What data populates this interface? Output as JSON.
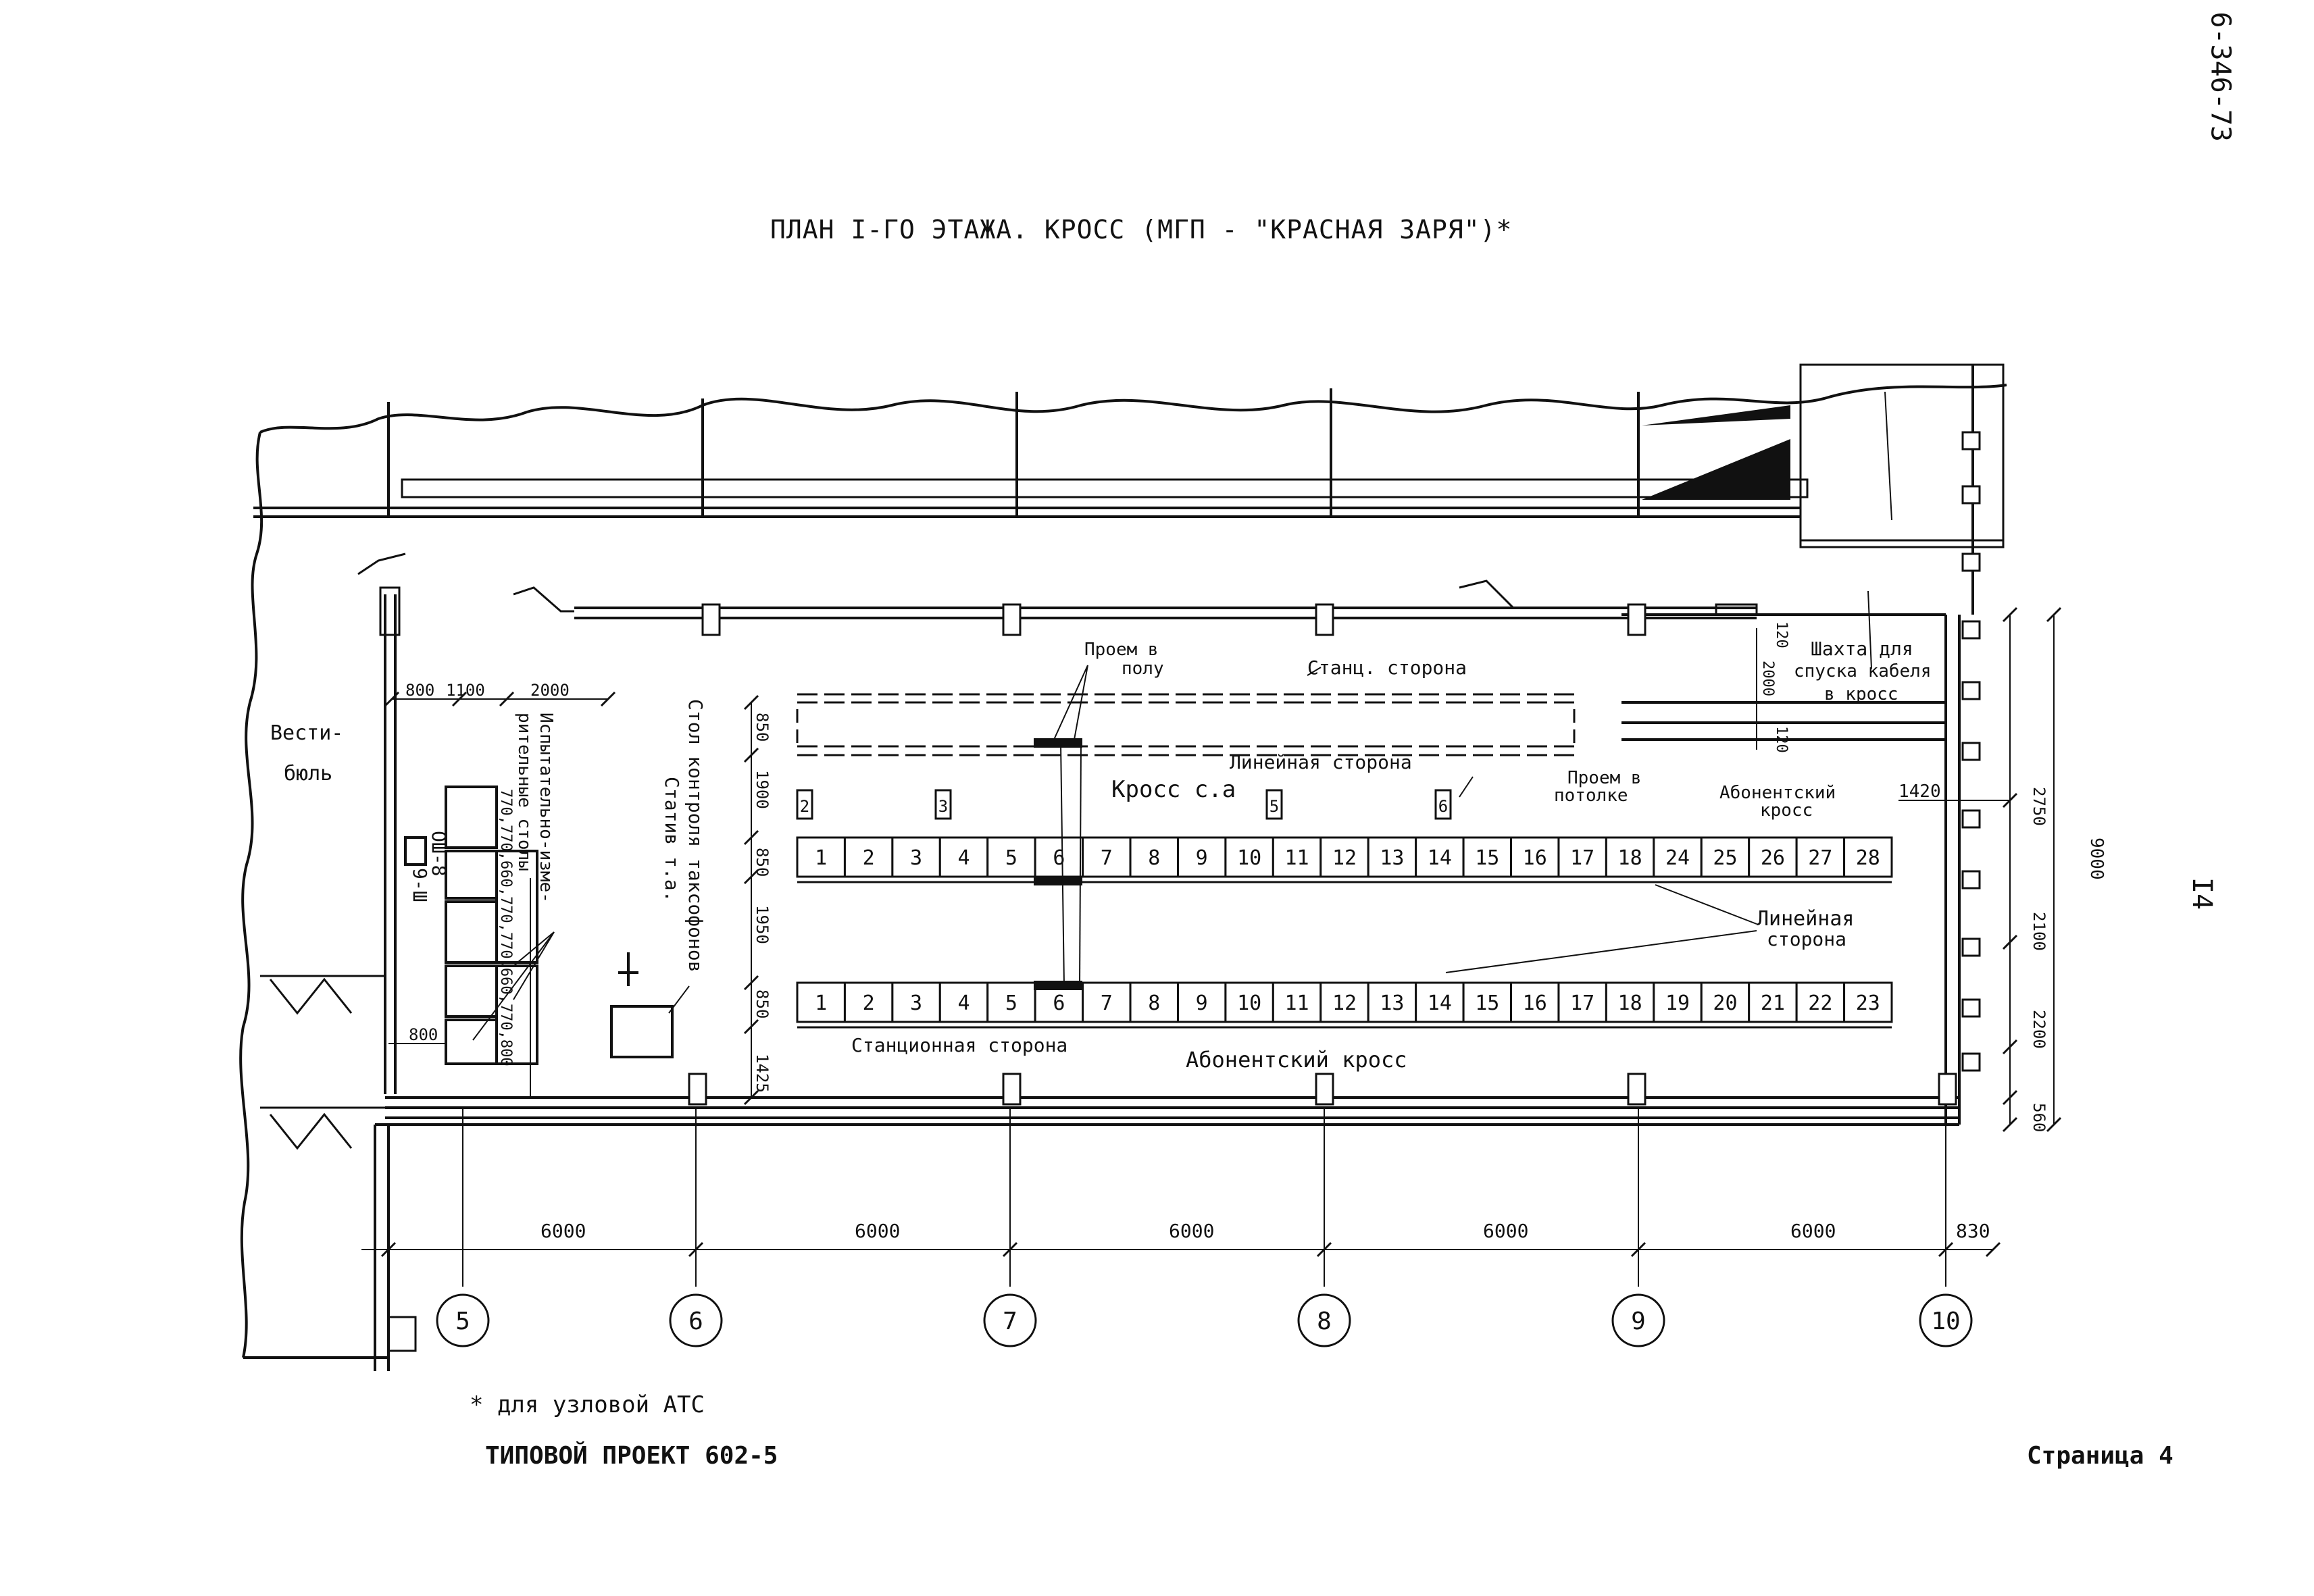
{
  "sheet": {
    "code": "6-346-73",
    "title": "ПЛАН I-ГО ЭТАЖА. КРОСС (МГП - \"КРАСНАЯ ЗАРЯ\")*",
    "footnote": "* для узловой АТС",
    "project": "ТИПОВОЙ ПРОЕКТ 602-5",
    "page": "Страница 4",
    "side_number": "I4"
  },
  "labels": {
    "vestibule_1": "Вести-",
    "vestibule_2": "бюль",
    "opening_floor_1": "Проем в",
    "opening_floor_2": "полу",
    "station_side_top": "Станц. сторона",
    "line_side_top": "Линейная сторона",
    "cross_sa": "Кросс с.а",
    "opening_ceiling_1": "Проем в",
    "opening_ceiling_2": "потолке",
    "subscriber_cross_top_1": "Абонентский",
    "subscriber_cross_top_2": "кросс",
    "line_side_mid_1": "Линейная",
    "line_side_mid_2": "сторона",
    "station_side_bottom": "Станционная сторона",
    "subscriber_cross_bottom": "Абонентский кросс",
    "shaft_1": "Шахта для",
    "shaft_2": "спуска кабеля",
    "shaft_3": "в кросс",
    "test_tables_1": "Испытательно-изме-",
    "test_tables_2": "рительные столы",
    "control_desk": "Стол контроля таксофонов",
    "racks_ta": "Статив т.а.",
    "panel_1": "ОШ-8",
    "panel_2": "9-Ш"
  },
  "cross_top_cells": [
    "1",
    "2",
    "3",
    "4",
    "5",
    "6",
    "7",
    "8",
    "9",
    "10",
    "11",
    "12",
    "13",
    "14",
    "15",
    "16",
    "17",
    "18",
    "24",
    "25",
    "26",
    "27",
    "28"
  ],
  "cross_bottom_cells": [
    "1",
    "2",
    "3",
    "4",
    "5",
    "6",
    "7",
    "8",
    "9",
    "10",
    "11",
    "12",
    "13",
    "14",
    "15",
    "16",
    "17",
    "18",
    "19",
    "20",
    "21",
    "22",
    "23"
  ],
  "ceiling_openings": [
    "2",
    "3",
    "5",
    "6"
  ],
  "axes": [
    "5",
    "6",
    "7",
    "8",
    "9",
    "10"
  ],
  "bay_dims": [
    "6000",
    "6000",
    "6000",
    "6000",
    "6000",
    "830"
  ],
  "dims": {
    "top_left": [
      "800",
      "1100",
      "2000"
    ],
    "left_vertical": [
      "850",
      "1900",
      "850",
      "1950",
      "850",
      "1425"
    ],
    "right_vertical": [
      "2750",
      "2100",
      "2200",
      "560"
    ],
    "overall_right": "9000",
    "shaft_dims": [
      "120",
      "2000",
      "120"
    ],
    "right_top": "1420",
    "bottom_left": "800",
    "test_table_dims": "770,770,660,770,770,660,770,800"
  }
}
